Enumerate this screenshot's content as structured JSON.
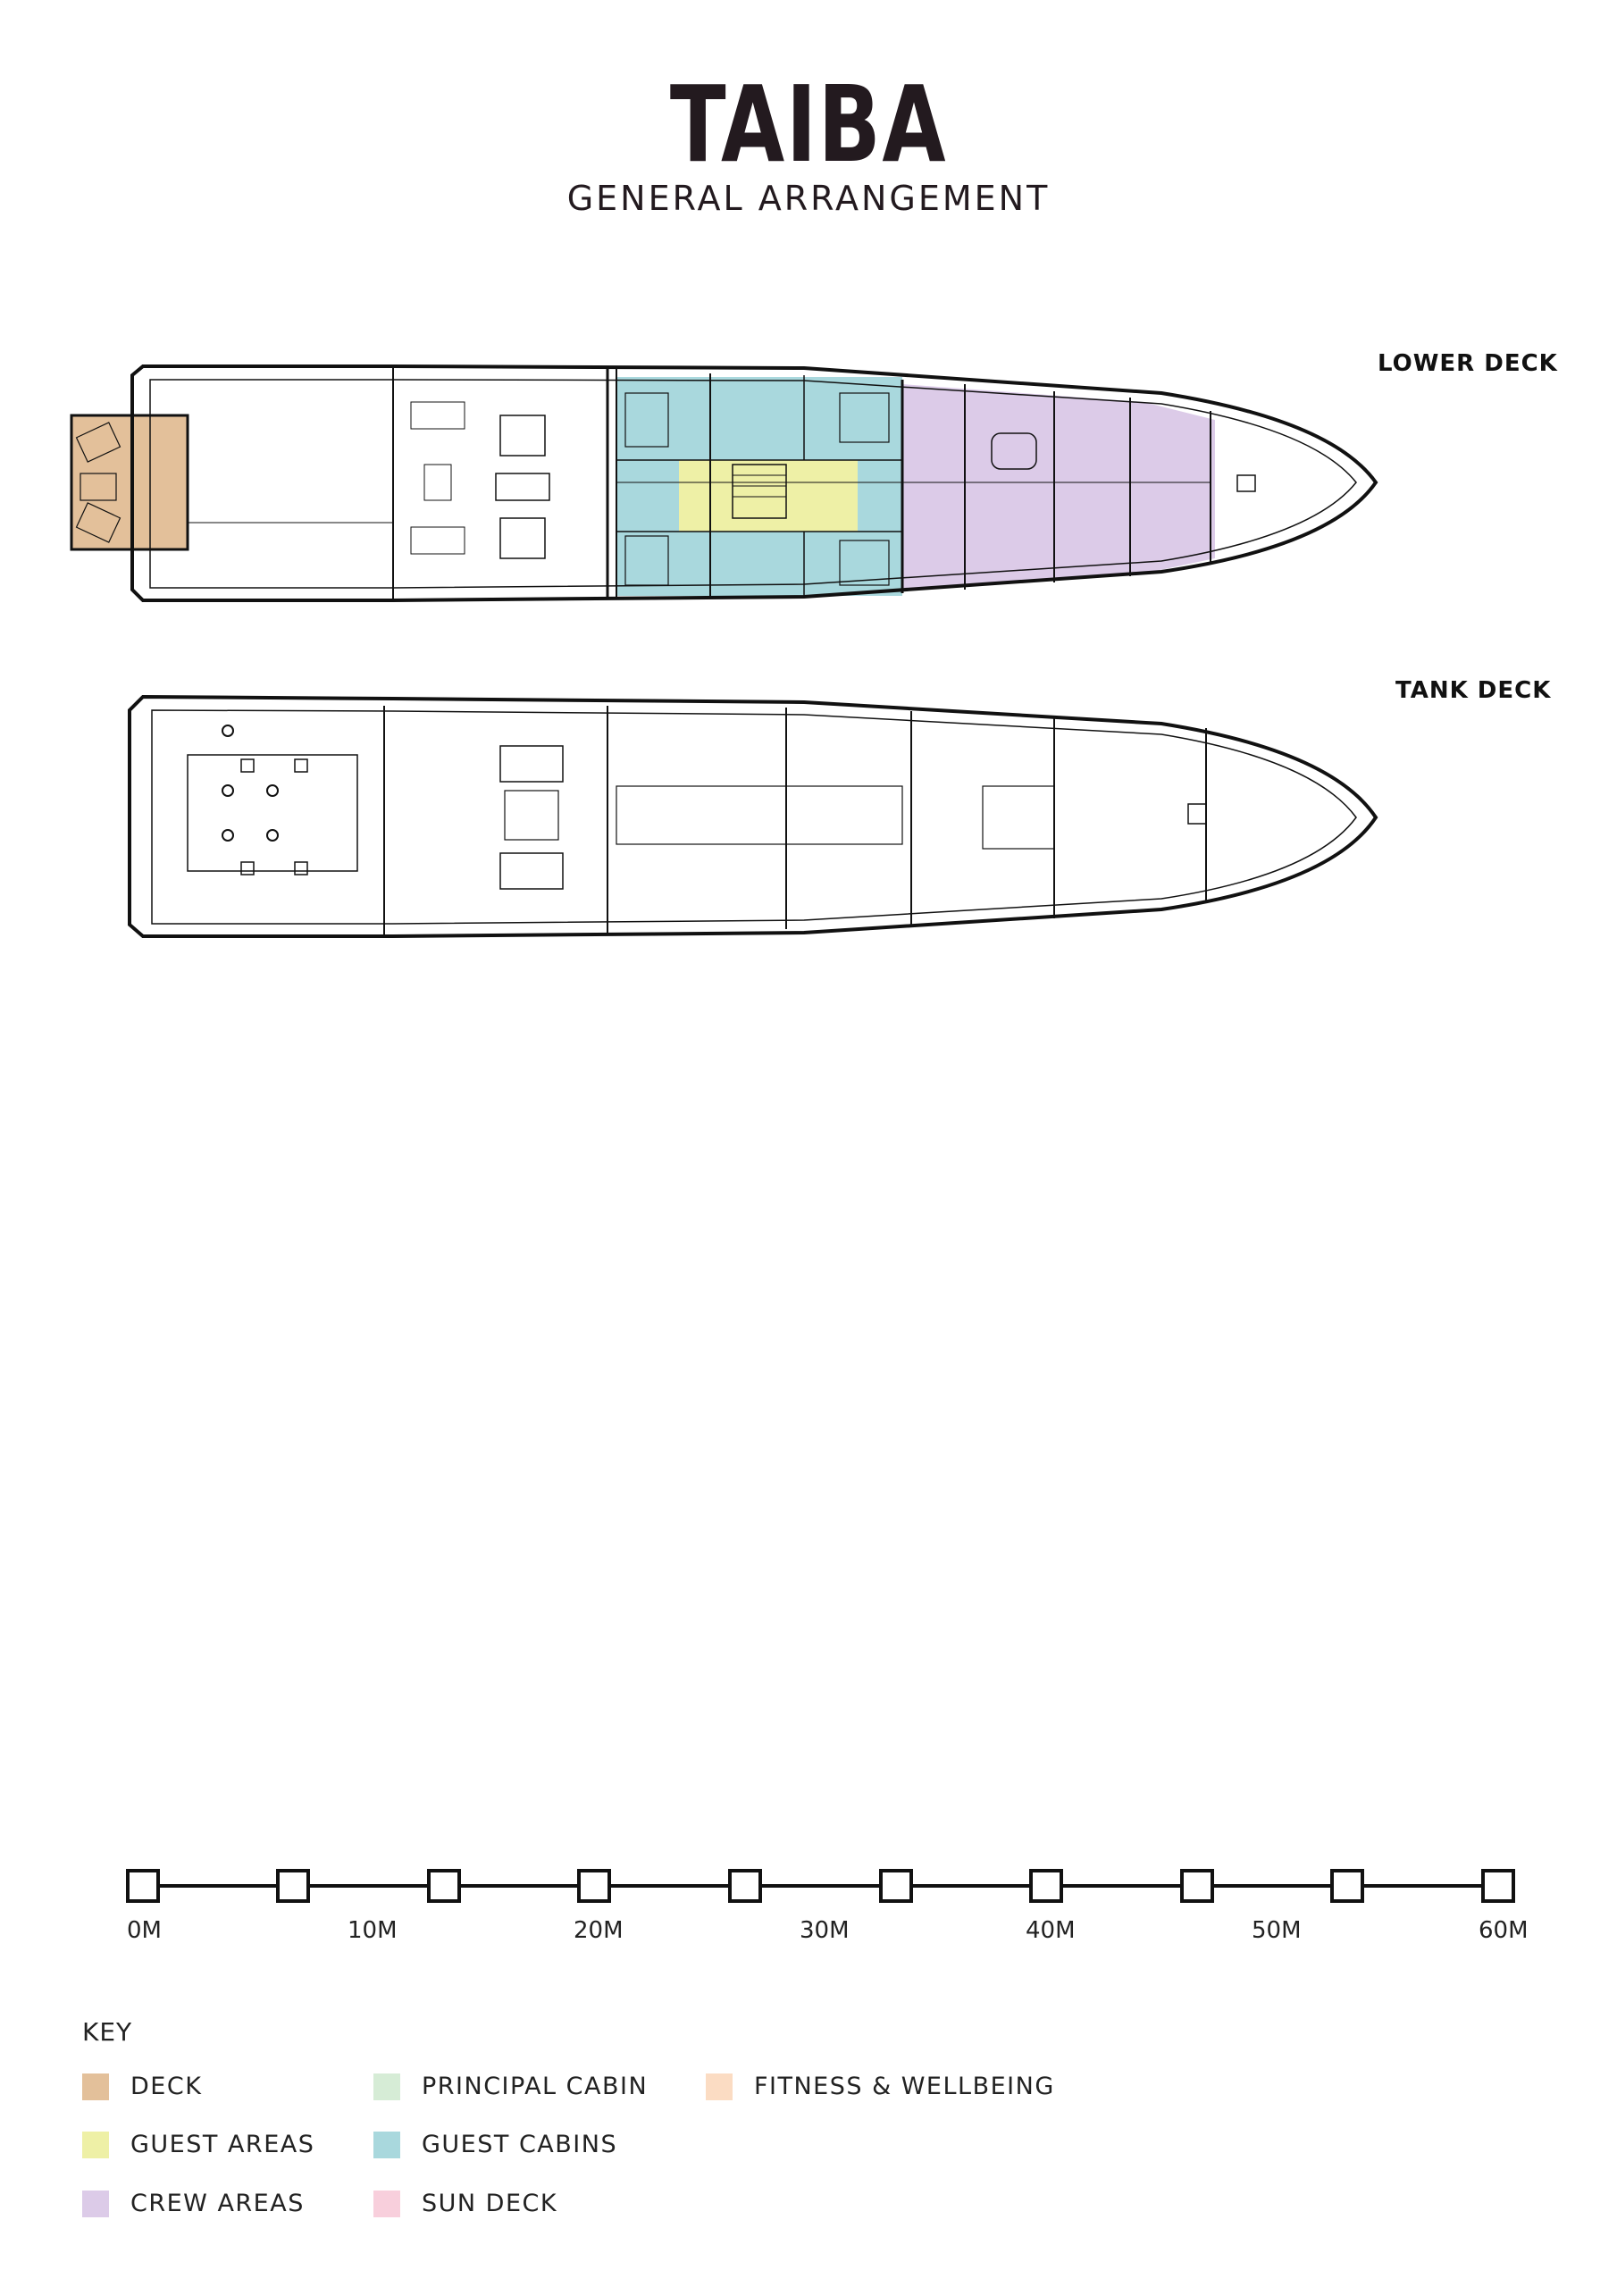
{
  "header": {
    "title": "TAIBA",
    "subtitle": "GENERAL ARRANGEMENT"
  },
  "decks": [
    {
      "label": "LOWER DECK"
    },
    {
      "label": "TANK DECK"
    }
  ],
  "scale": {
    "ticks": [
      "0M",
      "10M",
      "20M",
      "30M",
      "40M",
      "50M",
      "60M"
    ]
  },
  "key": {
    "title": "KEY",
    "items": [
      {
        "label": "DECK",
        "color": "#e3c09a"
      },
      {
        "label": "GUEST AREAS",
        "color": "#eef0a6"
      },
      {
        "label": "CREW AREAS",
        "color": "#dccbe8"
      },
      {
        "label": "PRINCIPAL CABIN",
        "color": "#d6ecd6"
      },
      {
        "label": "GUEST CABINS",
        "color": "#a9d8dd"
      },
      {
        "label": "SUN DECK",
        "color": "#f8cfdc"
      },
      {
        "label": "FITNESS & WELLBEING",
        "color": "#fbdcc3"
      }
    ]
  }
}
